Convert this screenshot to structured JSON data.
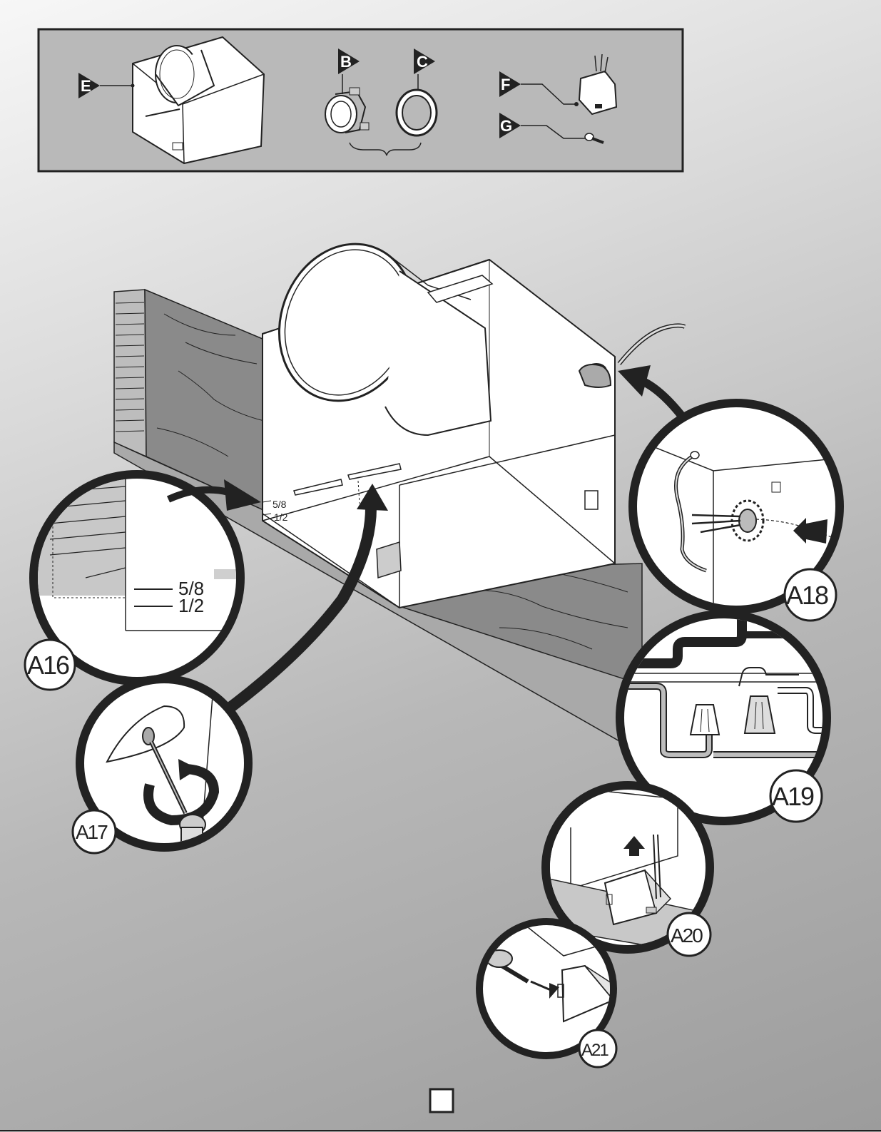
{
  "parts": {
    "e": "E",
    "b": "B",
    "c": "C",
    "f": "F",
    "g": "G"
  },
  "marks": {
    "five_eighths": "5/8",
    "one_half": "1/2"
  },
  "steps": {
    "a16": "A16",
    "a17": "A17",
    "a18": "A18",
    "a19": "A19",
    "a20": "A20",
    "a21": "A21"
  },
  "colors": {
    "outline": "#222222",
    "housing": "#ffffff",
    "wood_dark": "#8a8a8a",
    "wood_light": "#a9a9a9",
    "callout_bg": "#ffffff"
  }
}
